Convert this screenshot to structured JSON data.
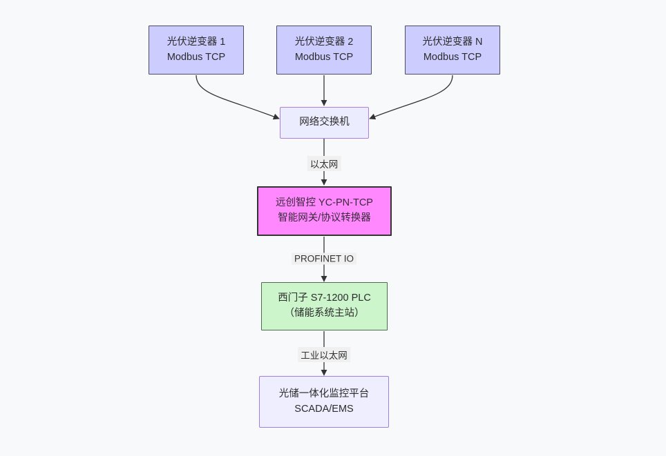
{
  "diagram": {
    "type": "flowchart",
    "direction": "top-to-bottom",
    "background_color": "#f8f9fa",
    "nodes": [
      {
        "id": "inverter1",
        "name": "pv-inverter-1",
        "line1": "光伏逆变器 1",
        "line2": "Modbus TCP",
        "fill": "#ccccff",
        "stroke": "#4a4a6a"
      },
      {
        "id": "inverter2",
        "name": "pv-inverter-2",
        "line1": "光伏逆变器 2",
        "line2": "Modbus TCP",
        "fill": "#ccccff",
        "stroke": "#4a4a6a"
      },
      {
        "id": "inverterN",
        "name": "pv-inverter-n",
        "line1": "光伏逆变器 N",
        "line2": "Modbus TCP",
        "fill": "#ccccff",
        "stroke": "#4a4a6a"
      },
      {
        "id": "switch",
        "name": "network-switch",
        "line1": "网络交换机",
        "line2": "",
        "fill": "#ececff",
        "stroke": "#b07de0"
      },
      {
        "id": "gateway",
        "name": "protocol-gateway",
        "line1": "远创智控 YC-PN-TCP",
        "line2": "智能网关/协议转换器",
        "fill": "#ff88ff",
        "stroke": "#333333"
      },
      {
        "id": "plc",
        "name": "siemens-plc",
        "line1": "西门子 S7-1200 PLC",
        "line2": "（储能系统主站）",
        "fill": "#ccf5cc",
        "stroke": "#4a6a4a"
      },
      {
        "id": "scada",
        "name": "scada-platform",
        "line1": "光储一体化监控平台",
        "line2": "SCADA/EMS",
        "fill": "#eeeeff",
        "stroke": "#a07de0"
      }
    ],
    "edge_labels": [
      {
        "id": "ethernet",
        "name": "edge-label-ethernet",
        "text": "以太网"
      },
      {
        "id": "profinet",
        "name": "edge-label-profinet-io",
        "text": "PROFINET IO"
      },
      {
        "id": "industrial_ethernet",
        "name": "edge-label-industrial-ethernet",
        "text": "工业以太网"
      }
    ],
    "edges": [
      {
        "from": "inverter1",
        "to": "switch",
        "label": ""
      },
      {
        "from": "inverter2",
        "to": "switch",
        "label": ""
      },
      {
        "from": "inverterN",
        "to": "switch",
        "label": ""
      },
      {
        "from": "switch",
        "to": "gateway",
        "label": "以太网"
      },
      {
        "from": "gateway",
        "to": "plc",
        "label": "PROFINET IO"
      },
      {
        "from": "plc",
        "to": "scada",
        "label": "工业以太网"
      }
    ]
  }
}
